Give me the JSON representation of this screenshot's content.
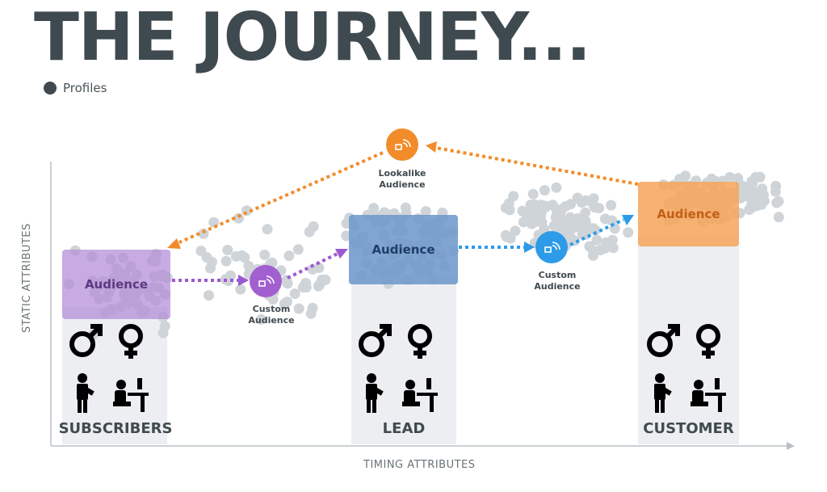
{
  "title": "THE JOURNEY...",
  "legend": {
    "label": "Profiles"
  },
  "axes": {
    "x_label": "TIMING ATTRIBUTES",
    "y_label": "STATIC ATTRIBUTES"
  },
  "stages": [
    {
      "name": "SUBSCRIBERS",
      "audience_label": "Audience",
      "audience_color": "#b48fd8"
    },
    {
      "name": "LEAD",
      "audience_label": "Audience",
      "audience_color": "#6f98cc"
    },
    {
      "name": "CUSTOMER",
      "audience_label": "Audience",
      "audience_color": "#f6a35a"
    }
  ],
  "audiences": {
    "custom_1": {
      "line1": "Custom",
      "line2": "Audience",
      "color": "#a25fd0"
    },
    "custom_2": {
      "line1": "Custom",
      "line2": "Audience",
      "color": "#2e9be8"
    },
    "lookalike": {
      "line1": "Lookalike",
      "line2": "Audience",
      "color": "#f28c2a"
    }
  },
  "colors": {
    "dark": "#3f4a50",
    "column_bg": "#eceef1",
    "dot": "#cfd4d8",
    "arrow_purple": "#9b59d0",
    "arrow_blue": "#2e9be8",
    "arrow_orange": "#f28c2a"
  }
}
